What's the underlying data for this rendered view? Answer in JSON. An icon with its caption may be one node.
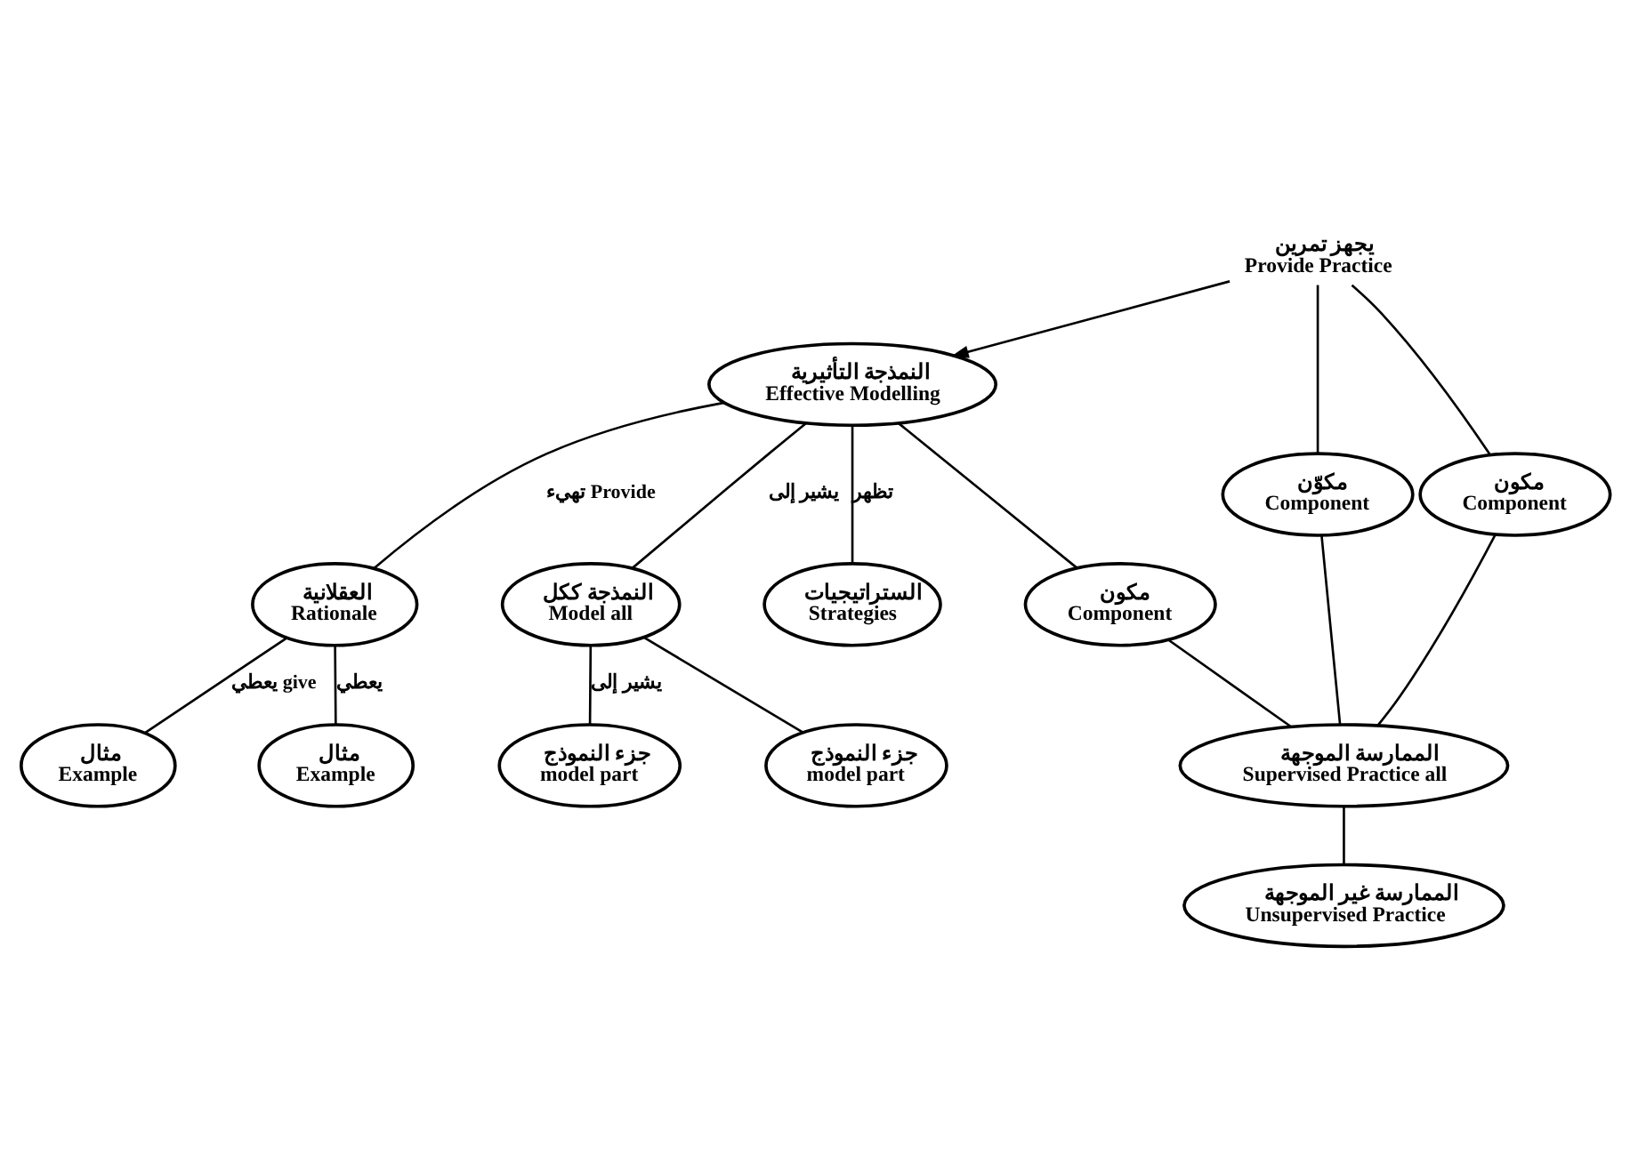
{
  "diagram": {
    "nodes": [
      {
        "text": [
          "النمذجة التأثيرية",
          "Effective Modelling"
        ]
      },
      {
        "text": [
          "العقلانية",
          "Rationale"
        ]
      },
      {
        "text": [
          "مثال",
          "Example"
        ]
      },
      {
        "text": [
          "مثال",
          "Example"
        ]
      },
      {
        "text": [
          "النمذجة ككل",
          "Model all"
        ]
      },
      {
        "text": [
          "الستراتيجيات",
          "Strategies"
        ]
      },
      {
        "text": [
          "جزء النموذج",
          "model part"
        ]
      },
      {
        "text": [
          "جزء النموذج",
          "model part"
        ]
      },
      {
        "text": [
          "يجهز تمرين",
          "Provide Practice"
        ]
      },
      {
        "text": [
          "مكون",
          "Component"
        ]
      },
      {
        "text": [
          "مكوّن",
          "Component"
        ]
      },
      {
        "text": [
          "مكون",
          "Component"
        ]
      },
      {
        "text": [
          "الممارسة الموجهة",
          "Supervised Practice all"
        ]
      },
      {
        "text": [
          "الممارسة غير الموجهة",
          "Unsupervised Practice"
        ]
      }
    ],
    "edges": [
      {
        "from": 0,
        "to": 1,
        "arrow": "none",
        "label": "تهيء Provide"
      },
      {
        "from": 1,
        "to": 2,
        "arrow": "none",
        "label": "يعطي give"
      },
      {
        "from": 1,
        "to": 3,
        "arrow": "none",
        "label": "يعطي"
      },
      {
        "from": 0,
        "to": 4,
        "arrow": "none",
        "label": "يشير إلى"
      },
      {
        "from": 0,
        "to": 5,
        "arrow": "none",
        "label": "تظهر"
      },
      {
        "from": 4,
        "to": 6,
        "arrow": "none",
        "label": "يشير إلى"
      },
      {
        "from": 4,
        "to": 7,
        "arrow": "none"
      },
      {
        "from": 8,
        "to": 0,
        "arrow": "to"
      },
      {
        "from": 0,
        "to": 9,
        "arrow": "none"
      },
      {
        "from": 8,
        "to": 10,
        "arrow": "none"
      },
      {
        "from": 8,
        "to": 11,
        "arrow": "none"
      },
      {
        "from": 9,
        "to": 12,
        "arrow": "none"
      },
      {
        "from": 11,
        "to": 12,
        "arrow": "none"
      },
      {
        "from": 10,
        "to": 12,
        "arrow": "none"
      },
      {
        "from": 12,
        "to": 13,
        "arrow": "none"
      }
    ]
  }
}
